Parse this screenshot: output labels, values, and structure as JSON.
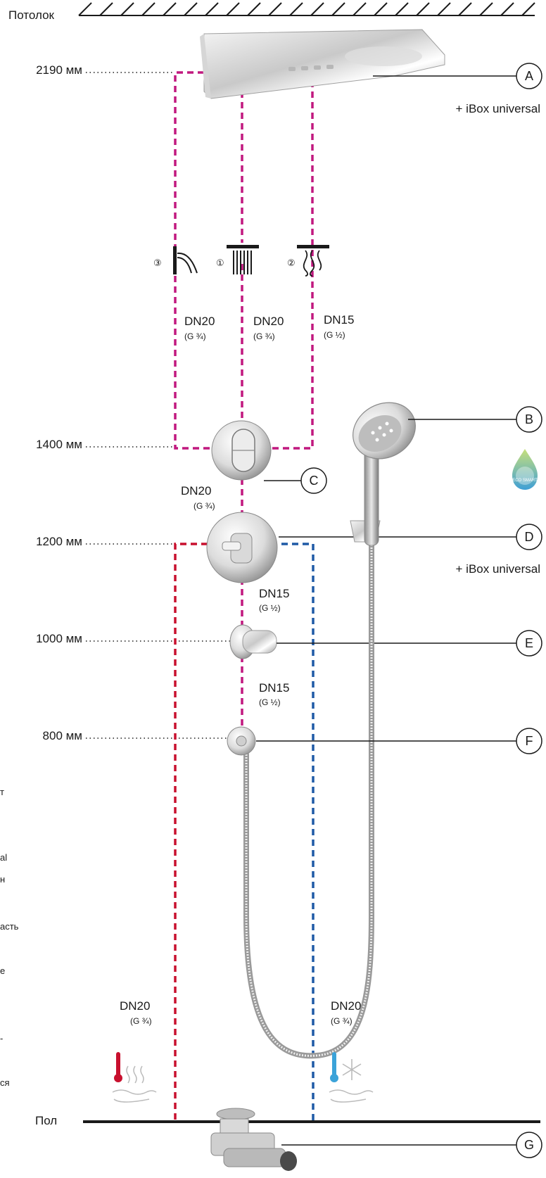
{
  "labels": {
    "ceiling": "Потолок",
    "floor": "Пол",
    "ibox_a": "+ iBox universal",
    "ibox_d": "+ iBox universal"
  },
  "levels": [
    "2190 мм",
    "1400 мм",
    "1200 мм",
    "1000 мм",
    "800 мм"
  ],
  "pipe_labels": [
    {
      "dn": "DN20",
      "g": "(G ¾)"
    },
    {
      "dn": "DN20",
      "g": "(G ¾)"
    },
    {
      "dn": "DN15",
      "g": "(G ½)"
    },
    {
      "dn": "DN20",
      "g": "(G ¾)"
    },
    {
      "dn": "DN15",
      "g": "(G ½)"
    },
    {
      "dn": "DN15",
      "g": "(G ½)"
    },
    {
      "dn": "DN20",
      "g": "(G ¾)"
    },
    {
      "dn": "DN20",
      "g": "(G ¾)"
    }
  ],
  "spray_numbers": [
    "③",
    "①",
    "②"
  ],
  "callouts": [
    "A",
    "B",
    "C",
    "D",
    "E",
    "F",
    "G"
  ],
  "eco_badge": "ECO SMART",
  "left_fragments": [
    "т",
    "al",
    "н",
    "асть",
    "е",
    "-",
    "ся"
  ],
  "colors": {
    "magenta": "#c1187f",
    "hot": "#c8102e",
    "cold": "#1f5aa6",
    "line": "#1a1a1a"
  }
}
